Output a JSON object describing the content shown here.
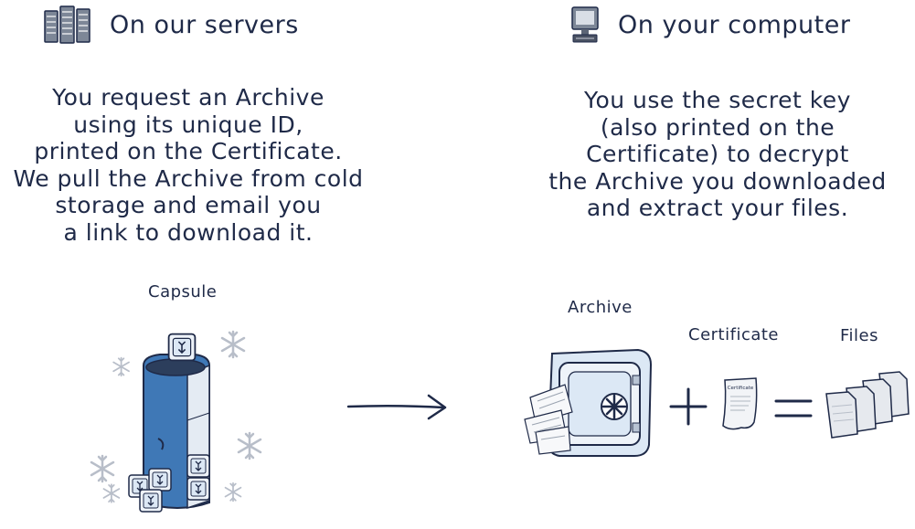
{
  "servers": {
    "heading": "On our servers",
    "icon": "server-rack-icon",
    "lines": [
      "You request an Archive",
      "using its unique ID,",
      "printed on the Certificate.",
      "We pull the Archive from cold",
      "storage and email you",
      "a link to download it."
    ]
  },
  "computer": {
    "heading": "On your computer",
    "icon": "desktop-computer-icon",
    "lines": [
      "You use the secret key",
      "(also printed on the",
      "Certificate) to decrypt",
      "the Archive you downloaded",
      "and extract your files."
    ]
  },
  "labels": {
    "capsule": "Capsule",
    "archive": "Archive",
    "certificate": "Certificate",
    "files": "Files",
    "certificate_doc_text": "Certificate"
  },
  "operators": {
    "plus": "+",
    "equals": "="
  },
  "colors": {
    "ink": "#1f2a48",
    "capsule_blue": "#3f78b6",
    "pale_blue": "#dce8f5",
    "snowflake": "#b8bec9",
    "paper": "#f2f4f7"
  }
}
